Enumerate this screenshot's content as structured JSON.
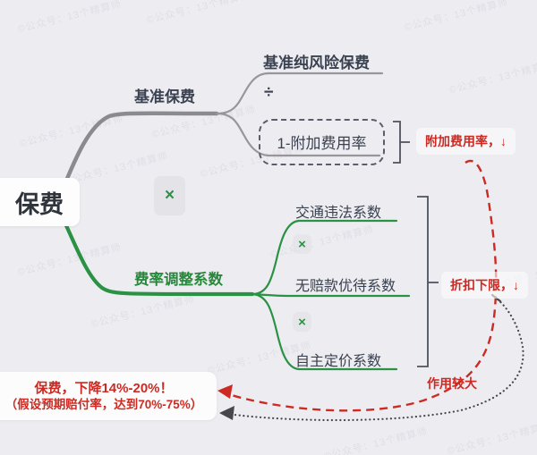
{
  "diagram": {
    "root": {
      "label": "保费"
    },
    "base_branch": {
      "label": "基准保费",
      "numerator": "基准纯风险保费",
      "operator": "÷",
      "denominator": "1-附加费用率",
      "annotation": "附加费用率，↓"
    },
    "factor_branch": {
      "label": "费率调整系数",
      "operator": "×",
      "factors": [
        "交通违法系数",
        "无赔款优待系数",
        "自主定价系数"
      ],
      "factor_operators": [
        "×",
        "×"
      ],
      "annotation": "折扣下限，↓"
    },
    "notes": {
      "effect": "作用较大",
      "result_line1": "保费，下降14%-20%！",
      "result_line2": "（假设预期赔付率，达到70%-75%）"
    },
    "watermark": "©公众号：13个精算师",
    "colors": {
      "background": "#EDEDF1",
      "branch_gray": "#8A8A8F",
      "branch_gray_light": "#97979B",
      "accent_green": "#2A9244",
      "accent_red": "#CC2A22",
      "text_dark": "#3A4150",
      "dotted_dark": "#48484C"
    }
  }
}
